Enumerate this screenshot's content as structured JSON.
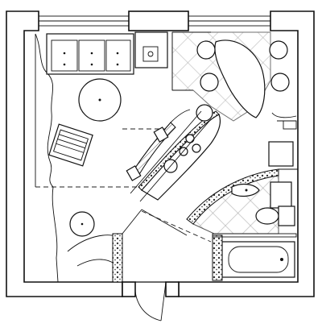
{
  "figure": {
    "type": "architectural-floor-plan",
    "rooms": [
      "living-area",
      "dining-area",
      "kitchen-bar",
      "bathroom",
      "entry-hall"
    ],
    "furniture": [
      "sofa",
      "coffee-table",
      "armchair",
      "side-table",
      "dining-table",
      "dining-chair",
      "curved-bar-counter",
      "bar-stool",
      "washbasin",
      "toilet",
      "bathtub",
      "entrance-door"
    ],
    "colors": {
      "line": "#111111",
      "background": "#ffffff"
    }
  }
}
